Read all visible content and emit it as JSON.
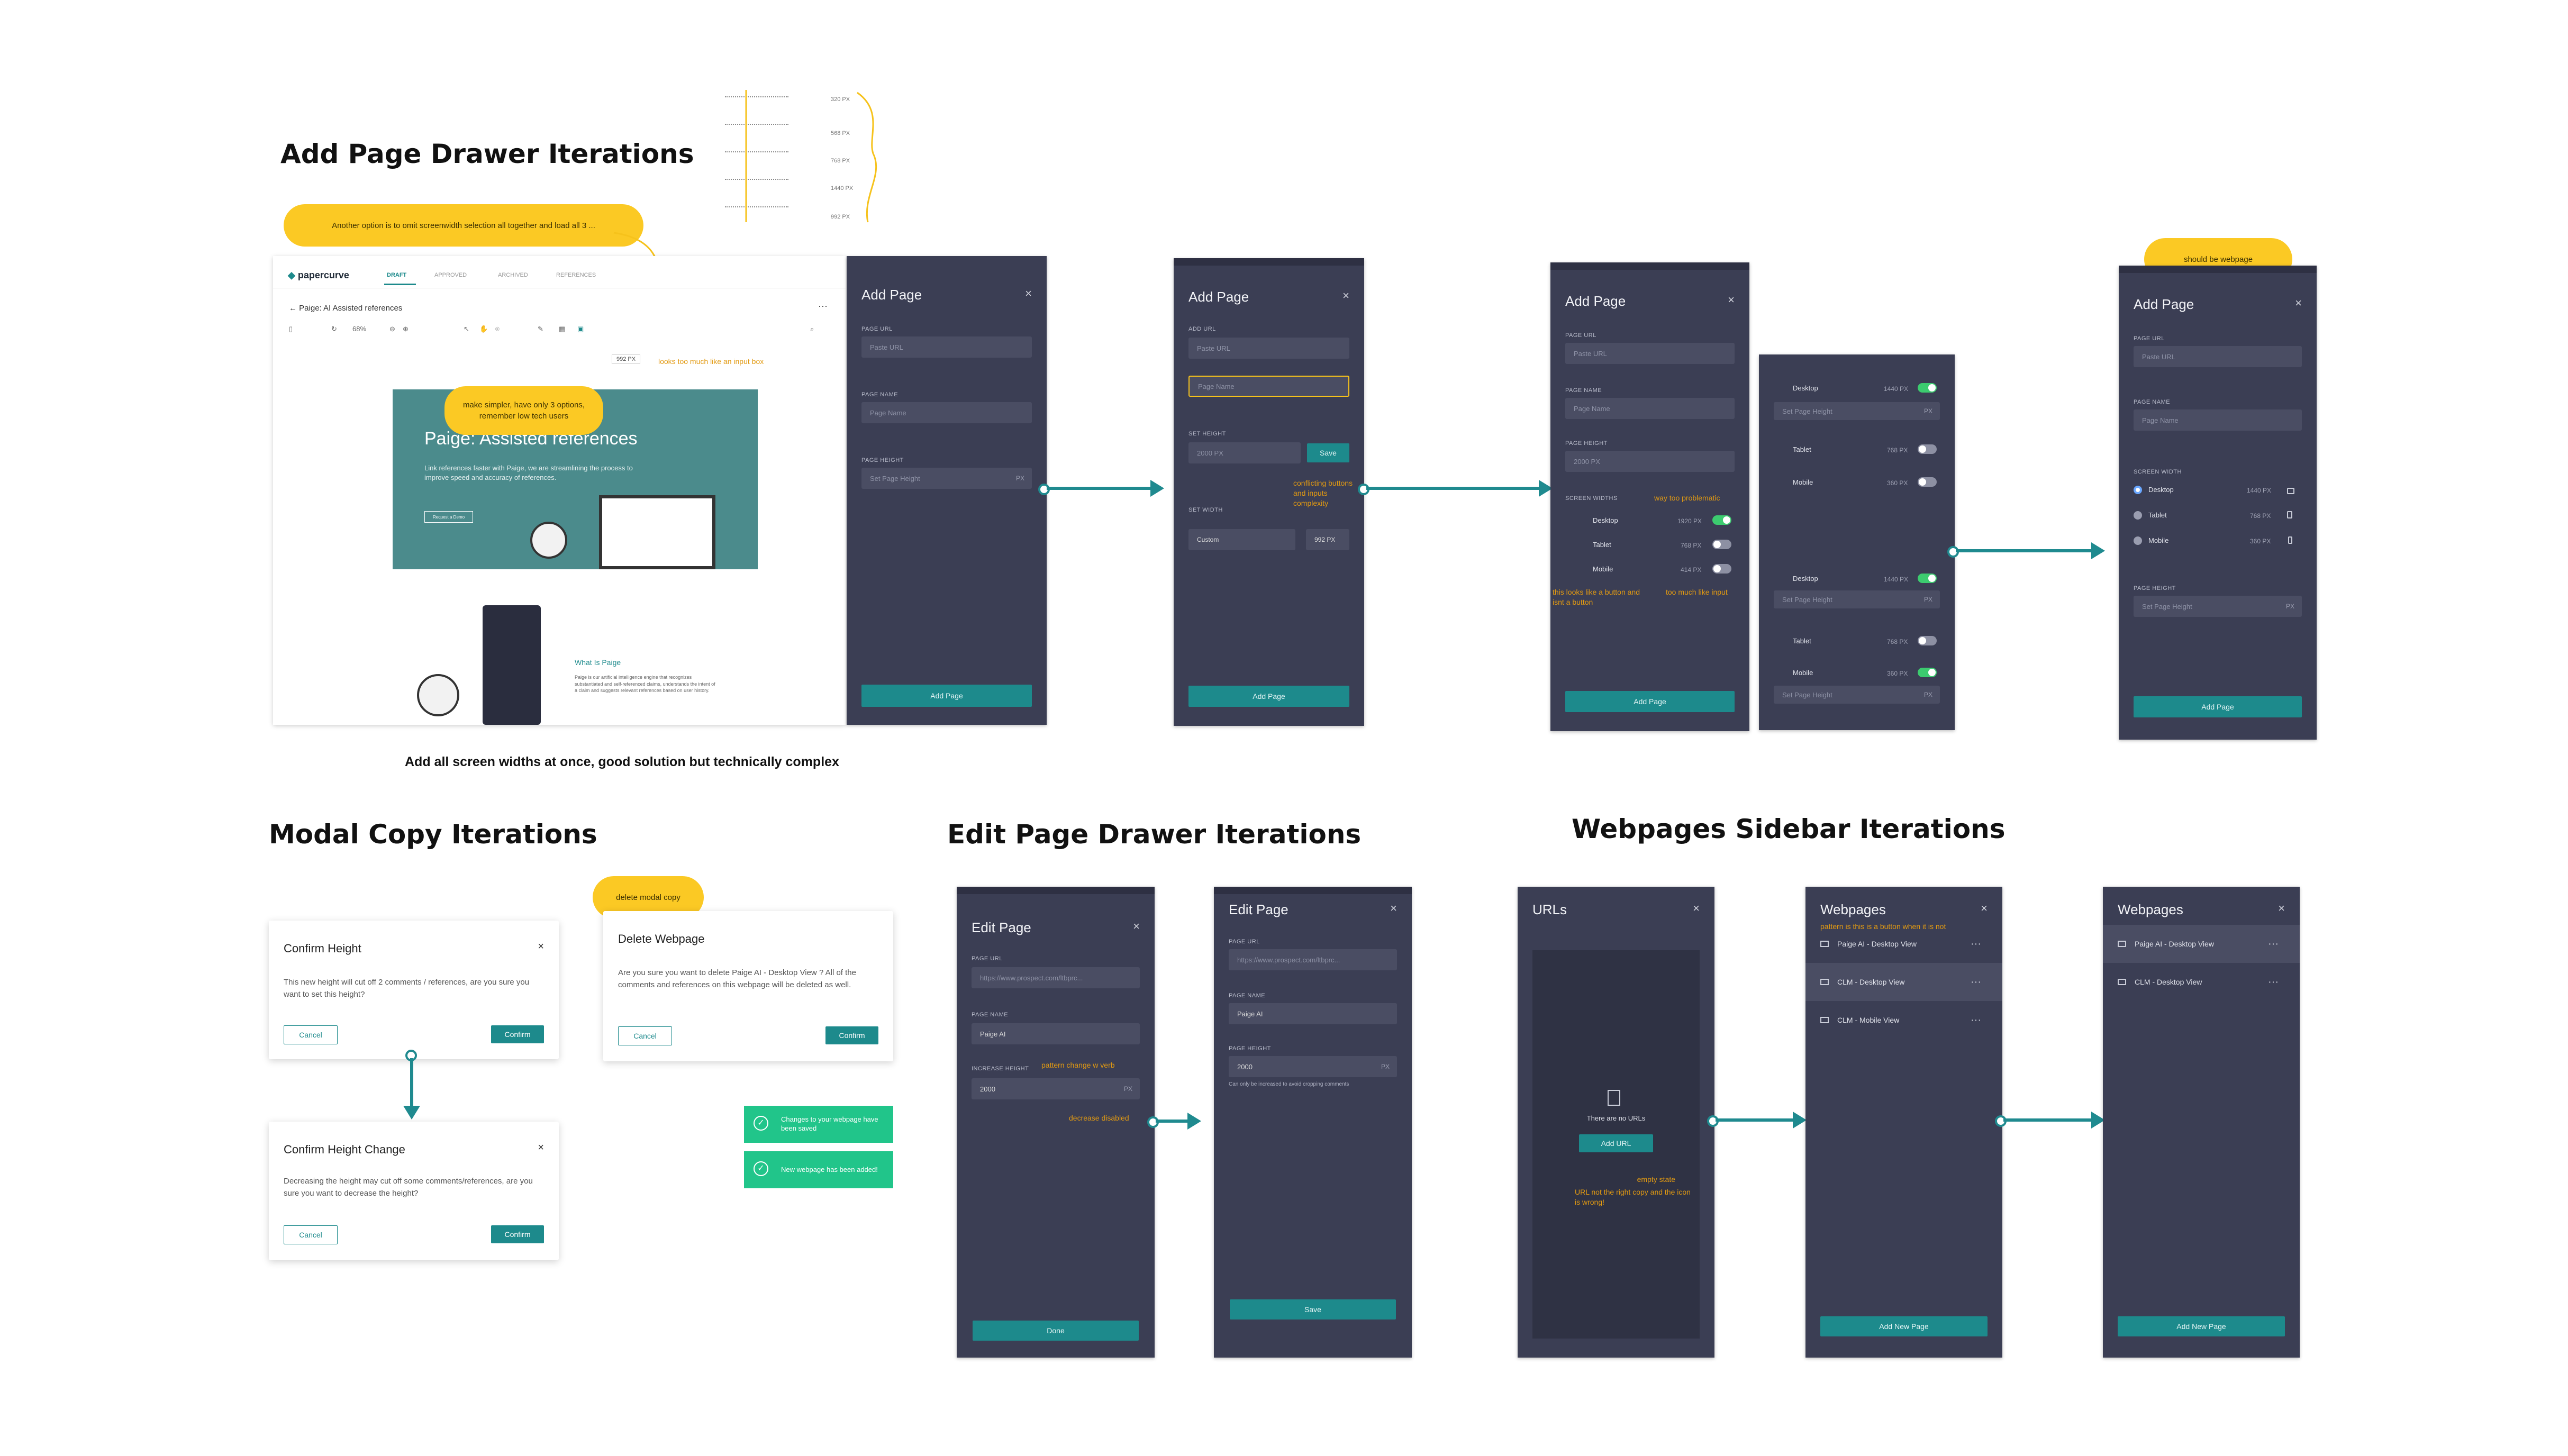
{
  "sections": {
    "add_page": "Add Page Drawer Iterations",
    "modal_copy": "Modal Copy Iterations",
    "edit_page": "Edit Page Drawer Iterations",
    "webpages_sidebar": "Webpages Sidebar Iterations"
  },
  "notes": {
    "omit_screenwidth": "Another option is to omit screenwidth selection all together and load all 3 ...",
    "make_simpler": "make simpler, have only 3 options, remember low tech users",
    "should_be_webpage": "should be webpage",
    "delete_modal_copy": "delete modal copy"
  },
  "annotations": {
    "looks_input": "looks too much like an input box",
    "conflicting": "conflicting buttons and inputs complexity",
    "way_too_problematic": "way too problematic",
    "looks_like_button": "this looks like a button and isnt a button",
    "too_much_input": "too much like input",
    "pattern_change": "pattern change w verb",
    "decrease_disabled": "decrease disabled",
    "pattern_button": "pattern is this is a button when it is not",
    "empty_state": "empty state",
    "url_not_right": "URL not the right copy and the icon is wrong!"
  },
  "caption_all_widths": "Add all screen widths at once, good solution but technically complex",
  "width_options": [
    "320 PX",
    "568 PX",
    "768 PX",
    "1440 PX",
    "992 PX"
  ],
  "app": {
    "logo": "papercurve",
    "tabs": [
      "DRAFT",
      "APPROVED",
      "ARCHIVED",
      "REFERENCES"
    ],
    "breadcrumb": "Paige: AI Assisted references",
    "zoom": "68%",
    "width_value": "992 PX",
    "hero_title": "Paige: Assisted references",
    "hero_text": "Link references faster with Paige, we are streamlining the process to improve speed and accuracy of references.",
    "hero_button": "Request a Demo",
    "what_is": "What Is Paige",
    "what_is_text": "Paige is our artificial intelligence engine that recognizes substantiated and self-referenced claims, understands the intent of a claim and suggests relevant references based on user history."
  },
  "drawer_common": {
    "add_page": "Add Page",
    "edit_page": "Edit Page",
    "close": "×",
    "page_url": "PAGE URL",
    "add_url": "ADD URL",
    "paste_url": "Paste URL",
    "page_name": "PAGE NAME",
    "page_name_ph": "Page Name",
    "page_height": "PAGE HEIGHT",
    "set_height": "SET HEIGHT",
    "set_page_height": "Set Page Height",
    "px": "PX",
    "set_width": "SET WIDTH",
    "custom": "Custom",
    "screen_widths": "SCREEN WIDTHS",
    "screen_width": "SCREEN WIDTH",
    "height_value": "2000 PX",
    "save": "Save",
    "done": "Done",
    "increase_height": "INCREASE HEIGHT",
    "edit_url_value": "https://www.prospect.com/ltbprc...",
    "edit_name_value": "Paige AI",
    "edit_height": "2000",
    "edit_hint": "Can only be increased to avoid cropping comments"
  },
  "devices": [
    {
      "name": "Desktop",
      "px": "1440 PX"
    },
    {
      "name": "Tablet",
      "px": "768 PX"
    },
    {
      "name": "Mobile",
      "px": "360 PX"
    }
  ],
  "devices_v3": [
    {
      "name": "Desktop",
      "px": "1920 PX"
    },
    {
      "name": "Tablet",
      "px": "768 PX"
    },
    {
      "name": "Mobile",
      "px": "414 PX"
    }
  ],
  "modals": {
    "confirm_height": {
      "title": "Confirm Height",
      "body": "This new height will cut off 2 comments / references, are you sure you want to set this height?"
    },
    "confirm_height_change": {
      "title": "Confirm Height Change",
      "body": "Decreasing the height may cut off some comments/references, are you sure you want to decrease the height?"
    },
    "delete_webpage": {
      "title": "Delete Webpage",
      "body": "Are you sure you want to delete Paige AI - Desktop View ? All of the comments and references on this webpage will be deleted as well."
    },
    "cancel": "Cancel",
    "confirm": "Confirm",
    "toast_saved": "Changes to your webpage have been saved",
    "toast_added": "New webpage has been added!"
  },
  "sidebar": {
    "urls_title": "URLs",
    "no_urls": "There are no URLs",
    "add_url_btn": "Add URL",
    "webpages_title": "Webpages",
    "items": [
      "Paige AI - Desktop View",
      "CLM - Desktop View",
      "CLM - Mobile View"
    ],
    "items_v2": [
      "Paige AI - Desktop View",
      "CLM - Desktop View"
    ],
    "add_new_page": "Add New Page",
    "more": "···"
  }
}
